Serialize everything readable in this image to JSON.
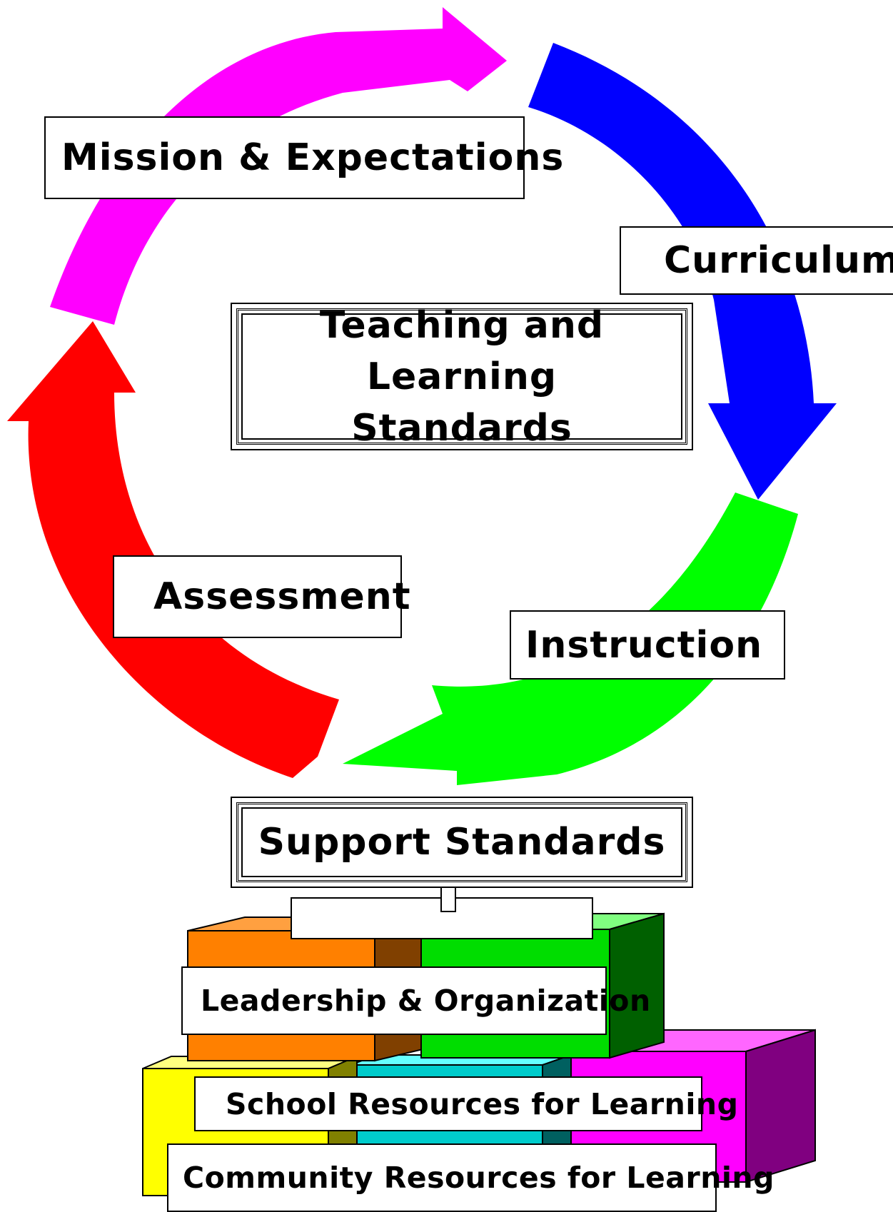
{
  "cycle": {
    "center_title": "Teaching and Learning Standards",
    "stages": [
      {
        "label": "Mission & Expectations",
        "color": "#ff00ff"
      },
      {
        "label": "Curriculum",
        "color": "#0000ff"
      },
      {
        "label": "Instruction",
        "color": "#00ff00"
      },
      {
        "label": "Assessment",
        "color": "#ff0000"
      }
    ]
  },
  "support": {
    "title": "Support Standards",
    "blocks": [
      {
        "label": "Leadership & Organization",
        "colors": [
          "#ff8000",
          "#00dd00"
        ]
      },
      {
        "label": "School Resources for Learning",
        "colors": [
          "#ffff00",
          "#00cccc"
        ]
      },
      {
        "label": "Community Resources for Learning",
        "colors": [
          "#ff00ff"
        ]
      }
    ]
  }
}
